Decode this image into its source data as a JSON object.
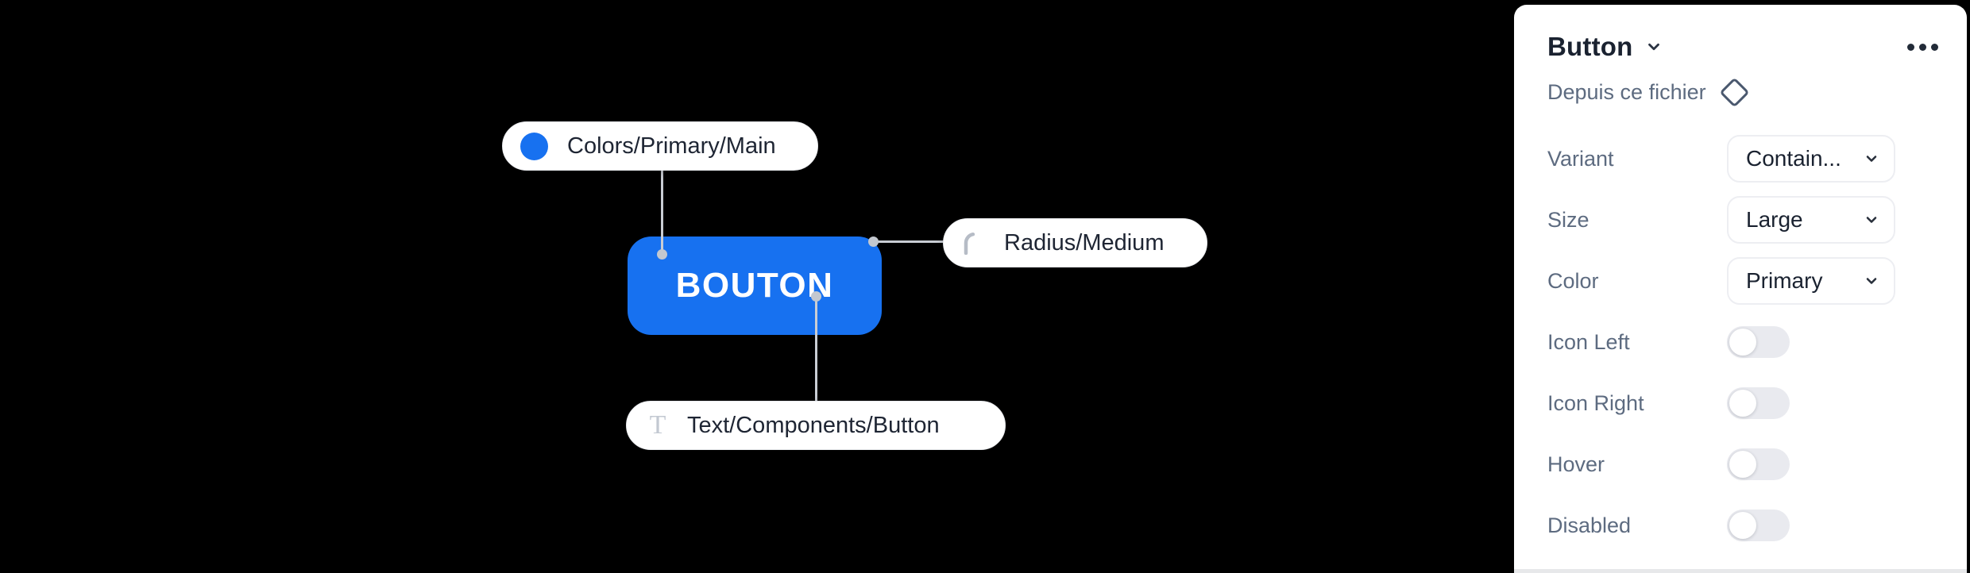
{
  "canvas": {
    "component_button": {
      "label": "BOUTON"
    },
    "annotations": {
      "color_token": {
        "label": "Colors/Primary/Main",
        "icon": "color-dot-icon"
      },
      "radius_token": {
        "label": "Radius/Medium",
        "icon": "corner-radius-icon"
      },
      "text_token": {
        "label": "Text/Components/Button",
        "icon": "text-style-icon",
        "icon_glyph": "T"
      }
    }
  },
  "inspector": {
    "title": "Button",
    "title_expander_icon": "chevron-down-icon",
    "menu_icon": "ellipsis-icon",
    "source": {
      "label": "Depuis ce fichier",
      "icon": "diamond-icon"
    },
    "properties": [
      {
        "label": "Variant",
        "control": "dropdown",
        "value": "Contain..."
      },
      {
        "label": "Size",
        "control": "dropdown",
        "value": "Large"
      },
      {
        "label": "Color",
        "control": "dropdown",
        "value": "Primary"
      },
      {
        "label": "Icon Left",
        "control": "toggle",
        "state": "off"
      },
      {
        "label": "Icon Right",
        "control": "toggle",
        "state": "off"
      },
      {
        "label": "Hover",
        "control": "toggle",
        "state": "off"
      },
      {
        "label": "Disabled",
        "control": "toggle",
        "state": "off"
      }
    ],
    "colors": {
      "accent_blue": "#1771F0",
      "panel_background": "#FFFFFF",
      "canvas_background": "#000000",
      "label_gray": "#5D6B80",
      "toggle_track": "#E9EAEF",
      "connector_gray": "#C9CDD4"
    }
  }
}
